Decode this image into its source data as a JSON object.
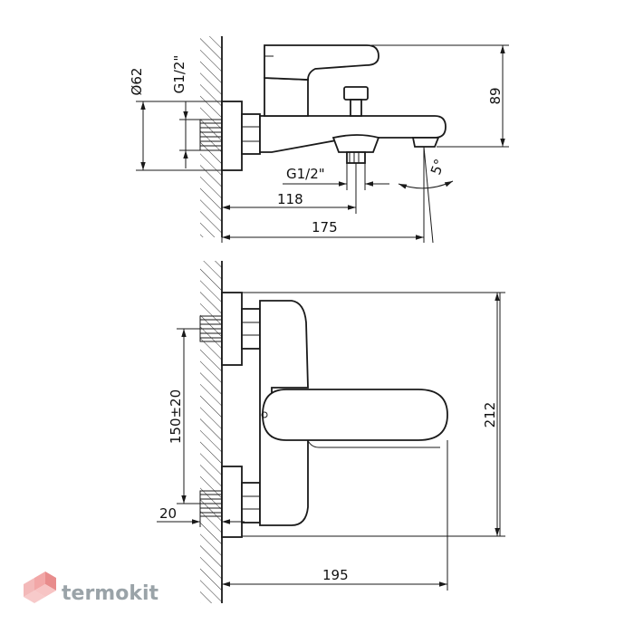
{
  "side_view": {
    "dia_label": "Ø62",
    "thread_left": "G1/2\"",
    "thread_bottom": "G1/2\"",
    "height_label": "89",
    "angle_label": "5°",
    "dim_118": "118",
    "dim_175": "175"
  },
  "front_view": {
    "height_label": "212",
    "spacing_label": "150±20",
    "offset_label": "20",
    "width_label": "195"
  },
  "brand": {
    "name": "termokit",
    "color": "#9aa3a8",
    "icon": "cube-logo-icon"
  }
}
